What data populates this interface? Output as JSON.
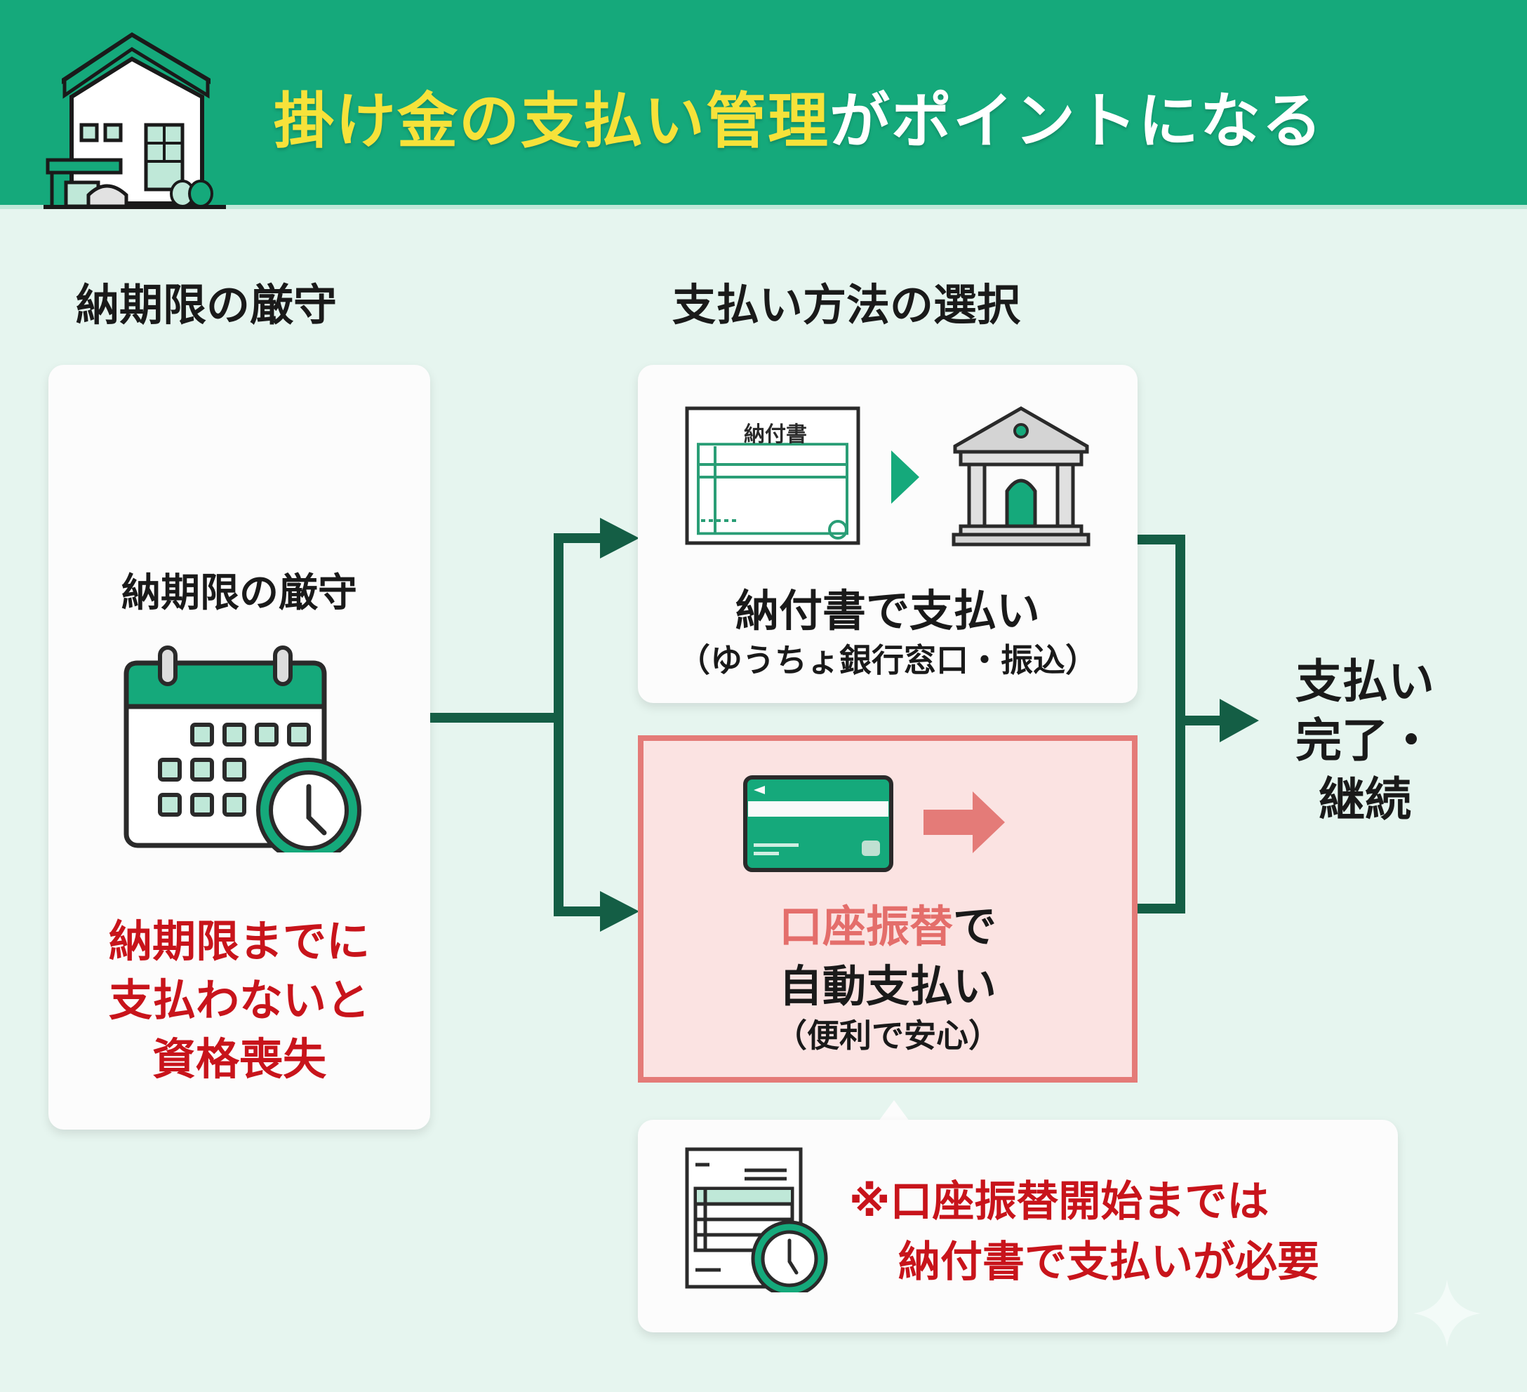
{
  "header": {
    "title_highlight": "掛け金の支払い管理",
    "title_rest": "がポイントになる",
    "icon": "house-icon",
    "colors": {
      "background": "#15a97b",
      "highlight": "#f6e23a",
      "text": "#ffffff"
    }
  },
  "sections": {
    "left_heading": "納期限の厳守",
    "right_heading": "支払い方法の選択"
  },
  "deadline_card": {
    "title": "納期限の厳守",
    "icon": "calendar-clock-icon",
    "warning_lines": [
      "納期限までに",
      "支払わないと",
      "資格喪失"
    ],
    "warning_color": "#c8141b"
  },
  "payment_slip_card": {
    "slip_label": "納付書",
    "icons": [
      "payment-slip-icon",
      "arrow-right-icon",
      "bank-icon"
    ],
    "title": "納付書で支払い",
    "subtitle": "（ゆうちょ銀行窓口・振込）"
  },
  "auto_debit_card": {
    "icons": [
      "bank-card-icon",
      "arrow-right-icon"
    ],
    "title_highlight": "口座振替",
    "title_rest": "で",
    "title_line2": "自動支払い",
    "subtitle": "（便利で安心）",
    "colors": {
      "border": "#e47b78",
      "background": "#fbe3e2",
      "highlight": "#e46e6b"
    }
  },
  "note_card": {
    "icon": "document-clock-icon",
    "lines": [
      "※口座振替開始までは",
      "納付書で支払いが必要"
    ],
    "color": "#c8141b"
  },
  "result": {
    "lines": [
      "支払い",
      "完了・",
      "継続"
    ]
  },
  "decorations": {
    "corner_icon": "sparkle-icon"
  },
  "colors": {
    "connector": "#145e45",
    "accent_green": "#15a97b",
    "page_background": "#e6f5ef"
  }
}
